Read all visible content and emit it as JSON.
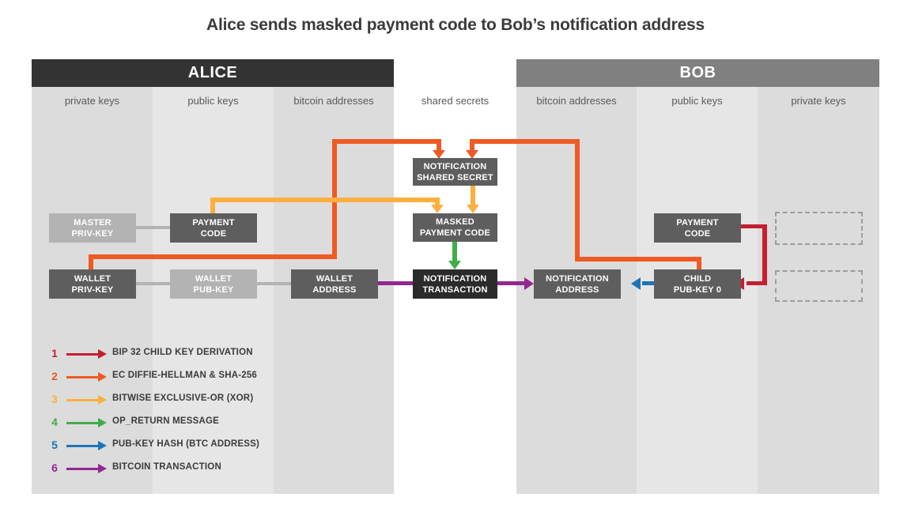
{
  "title": "Alice sends masked payment code to Bob’s notification address",
  "parties": [
    {
      "name": "ALICE",
      "color": "#333333"
    },
    {
      "name": "BOB",
      "color": "#808080"
    }
  ],
  "columns": [
    {
      "id": "alice-private-keys",
      "label": "private keys",
      "shade": "#dcdcdc"
    },
    {
      "id": "alice-public-keys",
      "label": "public keys",
      "shade": "#e6e6e6"
    },
    {
      "id": "alice-bitcoin-addresses",
      "label": "bitcoin addresses",
      "shade": "#dcdcdc"
    },
    {
      "id": "shared-secrets",
      "label": "shared secrets",
      "shade": "#ffffff"
    },
    {
      "id": "bob-bitcoin-addresses",
      "label": "bitcoin addresses",
      "shade": "#dcdcdc"
    },
    {
      "id": "bob-public-keys",
      "label": "public keys",
      "shade": "#e6e6e6"
    },
    {
      "id": "bob-private-keys",
      "label": "private keys",
      "shade": "#dcdcdc"
    }
  ],
  "nodes": [
    {
      "id": "alice-master-priv-key",
      "line1": "MASTER",
      "line2": "PRIV-KEY",
      "style": "light"
    },
    {
      "id": "alice-payment-code",
      "line1": "PAYMENT",
      "line2": "CODE",
      "style": "dark"
    },
    {
      "id": "alice-wallet-priv-key",
      "line1": "WALLET",
      "line2": "PRIV-KEY",
      "style": "dark"
    },
    {
      "id": "alice-wallet-pub-key",
      "line1": "WALLET",
      "line2": "PUB-KEY",
      "style": "light"
    },
    {
      "id": "alice-wallet-address",
      "line1": "WALLET",
      "line2": "ADDRESS",
      "style": "dark"
    },
    {
      "id": "notification-shared-secret",
      "line1": "NOTIFICATION",
      "line2": "SHARED SECRET",
      "style": "dark"
    },
    {
      "id": "masked-payment-code",
      "line1": "MASKED",
      "line2": "PAYMENT CODE",
      "style": "dark"
    },
    {
      "id": "notification-transaction",
      "line1": "NOTIFICATION",
      "line2": "TRANSACTION",
      "style": "black"
    },
    {
      "id": "bob-notification-address",
      "line1": "NOTIFICATION",
      "line2": "ADDRESS",
      "style": "dark"
    },
    {
      "id": "bob-payment-code",
      "line1": "PAYMENT",
      "line2": "CODE",
      "style": "dark"
    },
    {
      "id": "bob-child-pub-key-0",
      "line1": "CHILD",
      "line2": "PUB-KEY  0",
      "style": "dark"
    }
  ],
  "legend": [
    {
      "number": "1",
      "label": "BIP 32 CHILD KEY DERIVATION",
      "color": "#c41e30"
    },
    {
      "number": "2",
      "label": "EC DIFFIE-HELLMAN & SHA-256",
      "color": "#ef5a24"
    },
    {
      "number": "3",
      "label": "BITWISE EXCLUSIVE-OR (XOR)",
      "color": "#fbb040"
    },
    {
      "number": "4",
      "label": "OP_RETURN MESSAGE",
      "color": "#41ad49"
    },
    {
      "number": "5",
      "label": "PUB-KEY HASH (BTC ADDRESS)",
      "color": "#1b75bb"
    },
    {
      "number": "6",
      "label": "BITCOIN TRANSACTION",
      "color": "#92278f"
    }
  ],
  "colors": {
    "red": "#c41e30",
    "orange": "#ef5a24",
    "yellow": "#fbb040",
    "green": "#41ad49",
    "blue": "#1b75bb",
    "purple": "#92278f",
    "gray_link": "#b3b3b3",
    "node_dark": "#5e5e5e",
    "node_black": "#2b2b2b",
    "node_light": "#b3b3b3",
    "ghost_border": "#9d9d9d",
    "text": "#3b3b3b"
  }
}
